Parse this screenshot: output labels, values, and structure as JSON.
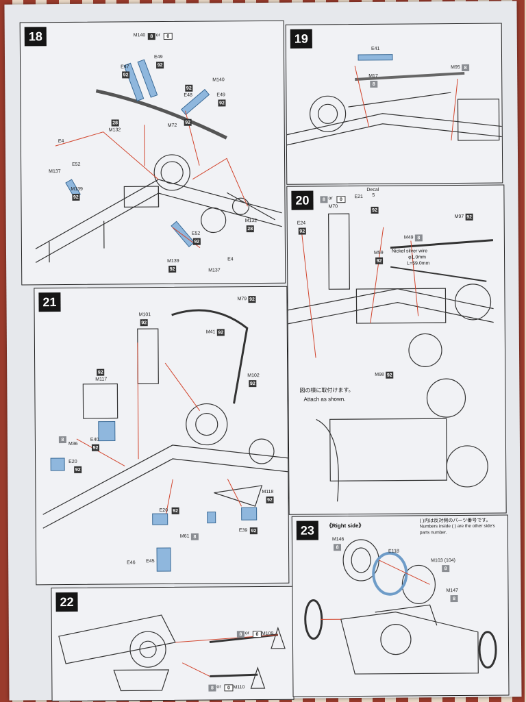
{
  "steps": [
    {
      "number": "18",
      "labels": [
        "M140",
        "E47",
        "E49",
        "E49",
        "M140",
        "E48",
        "E4",
        "M132",
        "M72",
        "M137",
        "M139",
        "E52",
        "M132",
        "E52",
        "M139",
        "M137",
        "E4"
      ],
      "codes": [
        "92",
        "92",
        "92",
        "92",
        "28",
        "92",
        "92",
        "28",
        "92",
        "92"
      ],
      "choice_a": "8",
      "choice_or": "or",
      "choice_b": "0"
    },
    {
      "number": "19",
      "labels": [
        "E41",
        "M17",
        "M95"
      ],
      "codes": [
        "8",
        "8"
      ]
    },
    {
      "number": "20",
      "labels": [
        "E21",
        "M70",
        "Decal",
        "5",
        "M97",
        "E24",
        "M49",
        "M59",
        "M98"
      ],
      "codes": [
        "92",
        "92",
        "92",
        "8",
        "92",
        "92"
      ],
      "choice_a": "8",
      "choice_or": "or",
      "choice_b": "0",
      "wire_lines": [
        "Nickel silver wire",
        "φ1.0mm",
        "L=59.0mm"
      ],
      "attach_jp": "図の様に取付けます。",
      "attach_en": "Attach as shown."
    },
    {
      "number": "21",
      "labels": [
        "M101",
        "M79",
        "M41",
        "M117",
        "M102",
        "M36",
        "E40",
        "E20",
        "M118",
        "E20",
        "M61",
        "E39",
        "E46",
        "E45"
      ],
      "codes": [
        "92",
        "92",
        "92",
        "92",
        "92",
        "8",
        "92",
        "92",
        "92",
        "92",
        "8",
        "92"
      ]
    },
    {
      "number": "22",
      "labels": [
        "M109",
        "M110"
      ],
      "choice_a": "8",
      "choice_or": "or",
      "choice_b": "0"
    },
    {
      "number": "23",
      "side_title": "《Right side》",
      "note_jp": "( )内は反対側のパーツ番号です。",
      "note_en_1": "Numbers inside ( ) are the other side's",
      "note_en_2": "parts number.",
      "labels": [
        "M146",
        "E118",
        "M103 (104)",
        "M147"
      ],
      "codes": [
        "8",
        "8",
        "8"
      ]
    }
  ]
}
